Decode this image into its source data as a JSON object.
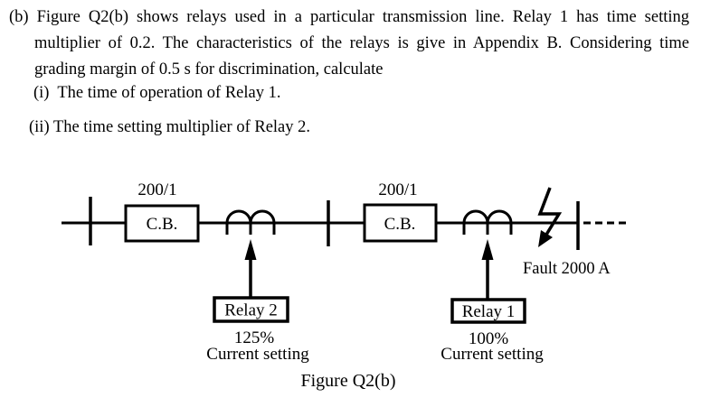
{
  "page": {
    "background_color": "#ffffff",
    "text_color": "#000000"
  },
  "question": {
    "part_label": "(b)",
    "lines": [
      "(b) Figure Q2(b) shows relays used in a particular transmission line. Relay 1 has time setting",
      "multiplier of 0.2. The characteristics of the relays is give in Appendix B. Considering time",
      "grading margin of 0.5 s for discrimination, calculate",
      "(i)  The time of operation of Relay 1.",
      "(ii) The time setting multiplier of Relay 2."
    ]
  },
  "diagram": {
    "left_section": {
      "ct_ratio": "200/1",
      "breaker_label": "C.B.",
      "relay": {
        "name": "Relay 2",
        "current_setting_value": "125%",
        "current_setting_label": "Current setting"
      }
    },
    "right_section": {
      "ct_ratio": "200/1",
      "breaker_label": "C.B.",
      "relay": {
        "name": "Relay 1",
        "current_setting_value": "100%",
        "current_setting_label": "Current setting"
      }
    },
    "fault_label": "Fault 2000 A",
    "caption": "Figure Q2(b)"
  }
}
